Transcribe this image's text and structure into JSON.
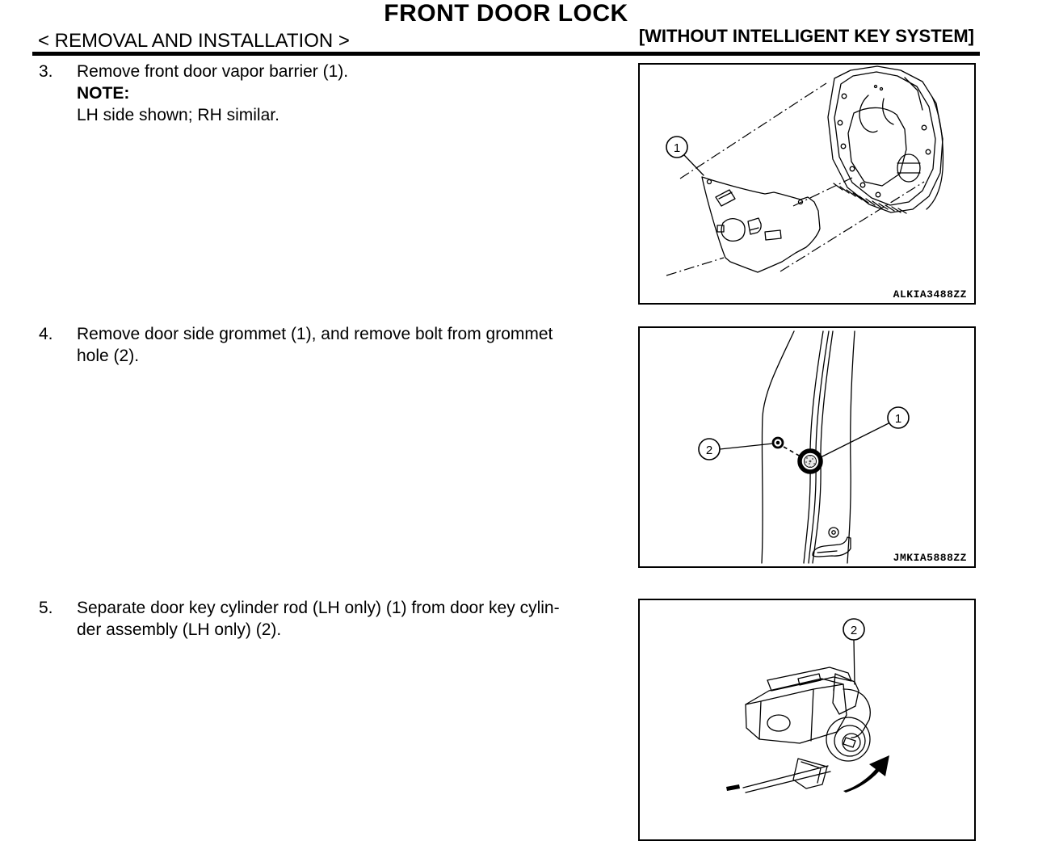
{
  "page": {
    "title": "FRONT DOOR LOCK",
    "section": "< REMOVAL AND INSTALLATION >",
    "variant": "[WITHOUT INTELLIGENT KEY SYSTEM]"
  },
  "steps": [
    {
      "number": "3.",
      "line1": "Remove front door vapor barrier (1).",
      "note_label": "NOTE:",
      "note_text": "LH side shown; RH similar."
    },
    {
      "number": "4.",
      "line1": "Remove door side grommet (1), and remove bolt from grommet",
      "line2": "hole (2)."
    },
    {
      "number": "5.",
      "line1": "Separate door key cylinder rod (LH only) (1) from door key cylin-",
      "line2": "der assembly (LH only) (2)."
    }
  ],
  "figures": [
    {
      "code": "ALKIA3488ZZ",
      "callout_1": "1"
    },
    {
      "code": "JMKIA5888ZZ",
      "callout_1": "1",
      "callout_2": "2"
    },
    {
      "callout_2": "2"
    }
  ],
  "colors": {
    "ink": "#000000",
    "paper": "#ffffff"
  }
}
